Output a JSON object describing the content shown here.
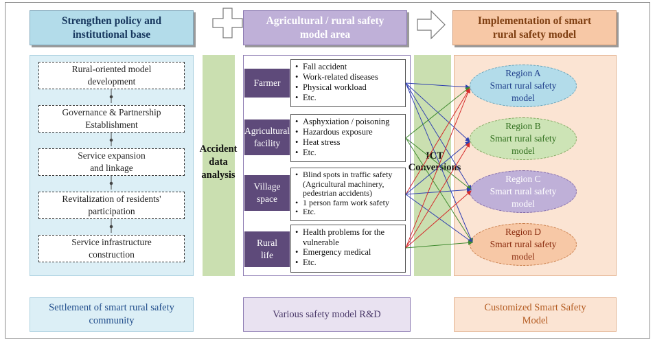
{
  "headers": {
    "left": [
      "Strengthen policy and",
      "institutional base"
    ],
    "plus_symbol": "+",
    "middle": [
      "Agricultural / rural safety",
      "model area"
    ],
    "right": [
      "Implementation of smart",
      "rural safety model"
    ]
  },
  "policy_steps": [
    [
      "Rural-oriented model",
      "development"
    ],
    [
      "Governance & Partnership",
      "Establishment"
    ],
    [
      "Service expansion",
      "and linkage"
    ],
    [
      "Revitalization of residents'",
      "participation"
    ],
    [
      "Service infrastructure",
      "construction"
    ]
  ],
  "accident_label": [
    "Accident",
    "data",
    "analysis"
  ],
  "ict_label": [
    "ICT",
    "Conversions"
  ],
  "categories": [
    {
      "name": [
        "Farmer"
      ],
      "risks": [
        "Fall accident",
        "Work-related diseases",
        "Physical workload",
        "Etc."
      ]
    },
    {
      "name": [
        "Agricultural",
        "facility"
      ],
      "risks": [
        "Asphyxiation / poisoning",
        "Hazardous exposure",
        "Heat stress",
        "Etc."
      ]
    },
    {
      "name": [
        "Village",
        "space"
      ],
      "risks": [
        "Blind spots in traffic safety (Agricultural machinery, pedestrian accidents)",
        "1 person farm work safety",
        "Etc."
      ]
    },
    {
      "name": [
        "Rural",
        "life"
      ],
      "risks": [
        "Health problems for the vulnerable",
        "Emergency medical",
        "Etc."
      ]
    }
  ],
  "regions": [
    {
      "name": "Region A",
      "line1": "Smart rural safety",
      "line2": "model"
    },
    {
      "name": "Region B",
      "line1": "Smart rural safety",
      "line2": "model"
    },
    {
      "name": "Region C",
      "line1": "Smart rural safety",
      "line2": "model"
    },
    {
      "name": "Region D",
      "line1": "Smart rural safety",
      "line2": "model"
    }
  ],
  "bottom": {
    "left": [
      "Settlement of smart rural safety",
      "community"
    ],
    "middle": [
      "Various safety model R&D"
    ],
    "right": [
      "Customized Smart Safety",
      "Model"
    ]
  },
  "colors": {
    "link_blue": "#2f3fb0",
    "link_green": "#3f8a2f",
    "link_red": "#d42a2a",
    "category_bg": "#5e4a7a"
  }
}
